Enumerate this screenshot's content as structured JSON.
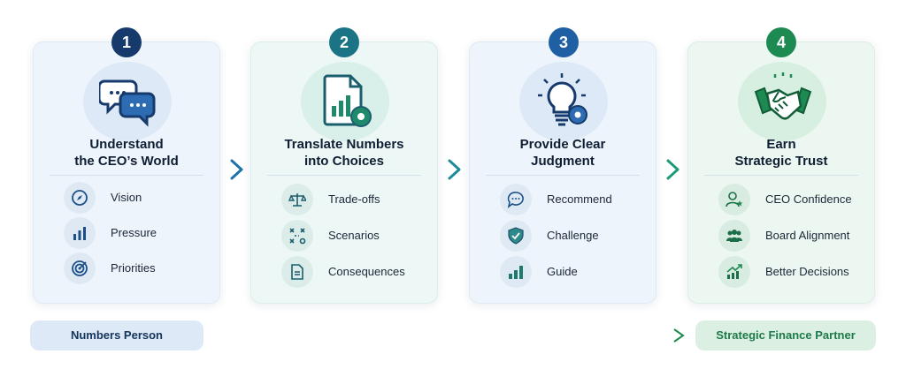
{
  "steps": [
    {
      "number": "1",
      "title_lines": [
        "Understand",
        "the CEO’s World"
      ],
      "items": [
        "Vision",
        "Pressure",
        "Priorities"
      ],
      "icon": "chat-bubbles-icon",
      "accent": "#153a6b"
    },
    {
      "number": "2",
      "title_lines": [
        "Translate Numbers",
        "into Choices"
      ],
      "items": [
        "Trade-offs",
        "Scenarios",
        "Consequences"
      ],
      "icon": "report-gear-icon",
      "accent": "#1b7486"
    },
    {
      "number": "3",
      "title_lines": [
        "Provide Clear",
        "Judgment"
      ],
      "items": [
        "Recommend",
        "Challenge",
        "Guide"
      ],
      "icon": "lightbulb-gear-icon",
      "accent": "#1f5fa4"
    },
    {
      "number": "4",
      "title_lines": [
        "Earn",
        "Strategic Trust"
      ],
      "items": [
        "CEO Confidence",
        "Board Alignment",
        "Better Decisions"
      ],
      "icon": "handshake-icon",
      "accent": "#1d8a52"
    }
  ],
  "flow": {
    "start_label": "Numbers Person",
    "end_label": "Strategic Finance Partner"
  }
}
